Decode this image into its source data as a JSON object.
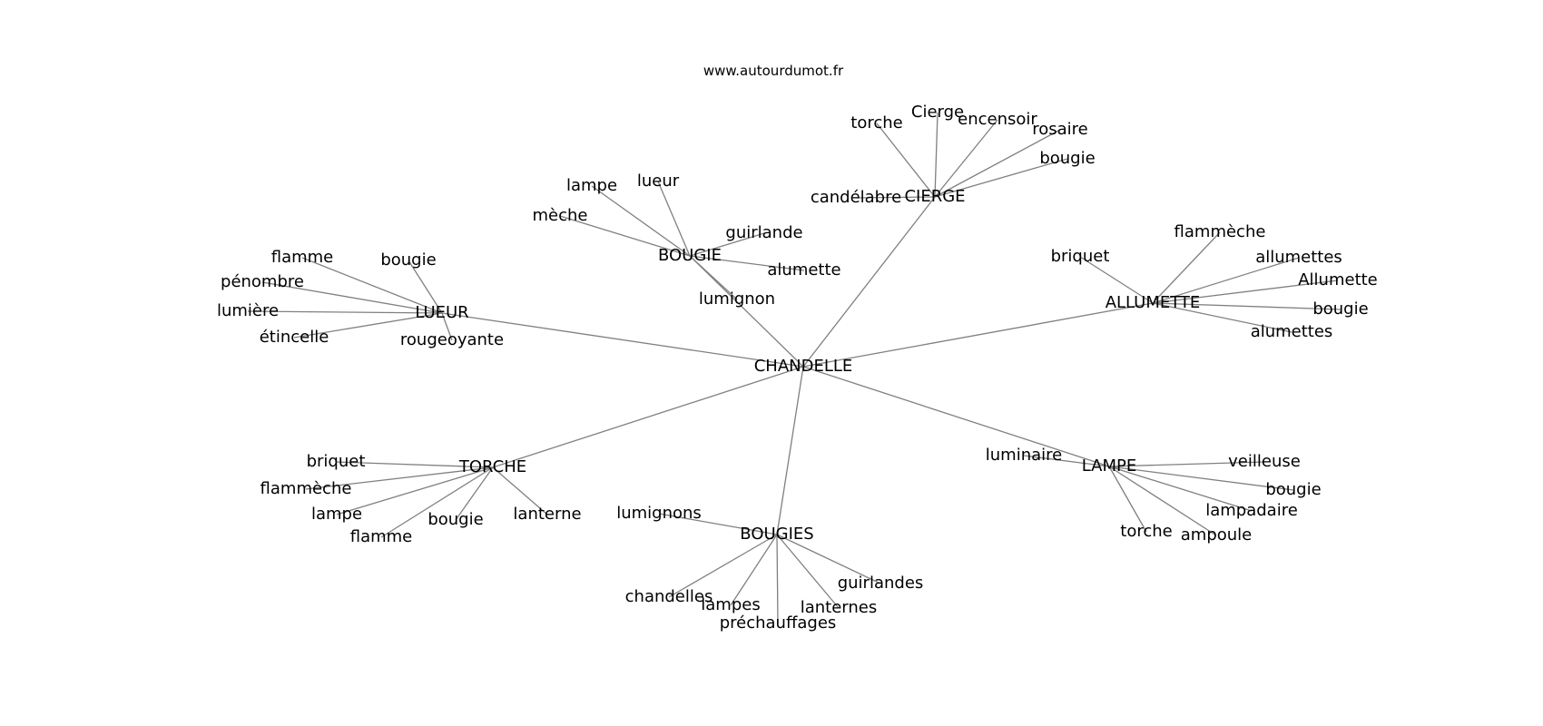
{
  "source": "www.autourdumot.fr",
  "center": {
    "word": "CHANDELLE"
  },
  "groups": [
    {
      "hub": "BOUGIE",
      "words": [
        "lampe",
        "lueur",
        "mèche",
        "guirlande",
        "alumette",
        "lumignon"
      ]
    },
    {
      "hub": "CIERGE",
      "words": [
        "torche",
        "Cierge",
        "encensoir",
        "rosaire",
        "bougie",
        "candélabre"
      ]
    },
    {
      "hub": "LUEUR",
      "words": [
        "flamme",
        "bougie",
        "pénombre",
        "lumière",
        "étincelle",
        "rougeoyante"
      ]
    },
    {
      "hub": "ALLUMETTE",
      "words": [
        "flammèche",
        "briquet",
        "allumettes",
        "Allumette",
        "bougie",
        "alumettes"
      ]
    },
    {
      "hub": "TORCHE",
      "words": [
        "briquet",
        "flammèche",
        "lampe",
        "flamme",
        "bougie",
        "lanterne"
      ]
    },
    {
      "hub": "BOUGIES",
      "words": [
        "lumignons",
        "chandelles",
        "lampes",
        "préchauffages",
        "lanternes",
        "guirlandes"
      ]
    },
    {
      "hub": "LAMPE",
      "words": [
        "luminaire",
        "veilleuse",
        "bougie",
        "lampadaire",
        "ampoule",
        "torche"
      ]
    }
  ]
}
